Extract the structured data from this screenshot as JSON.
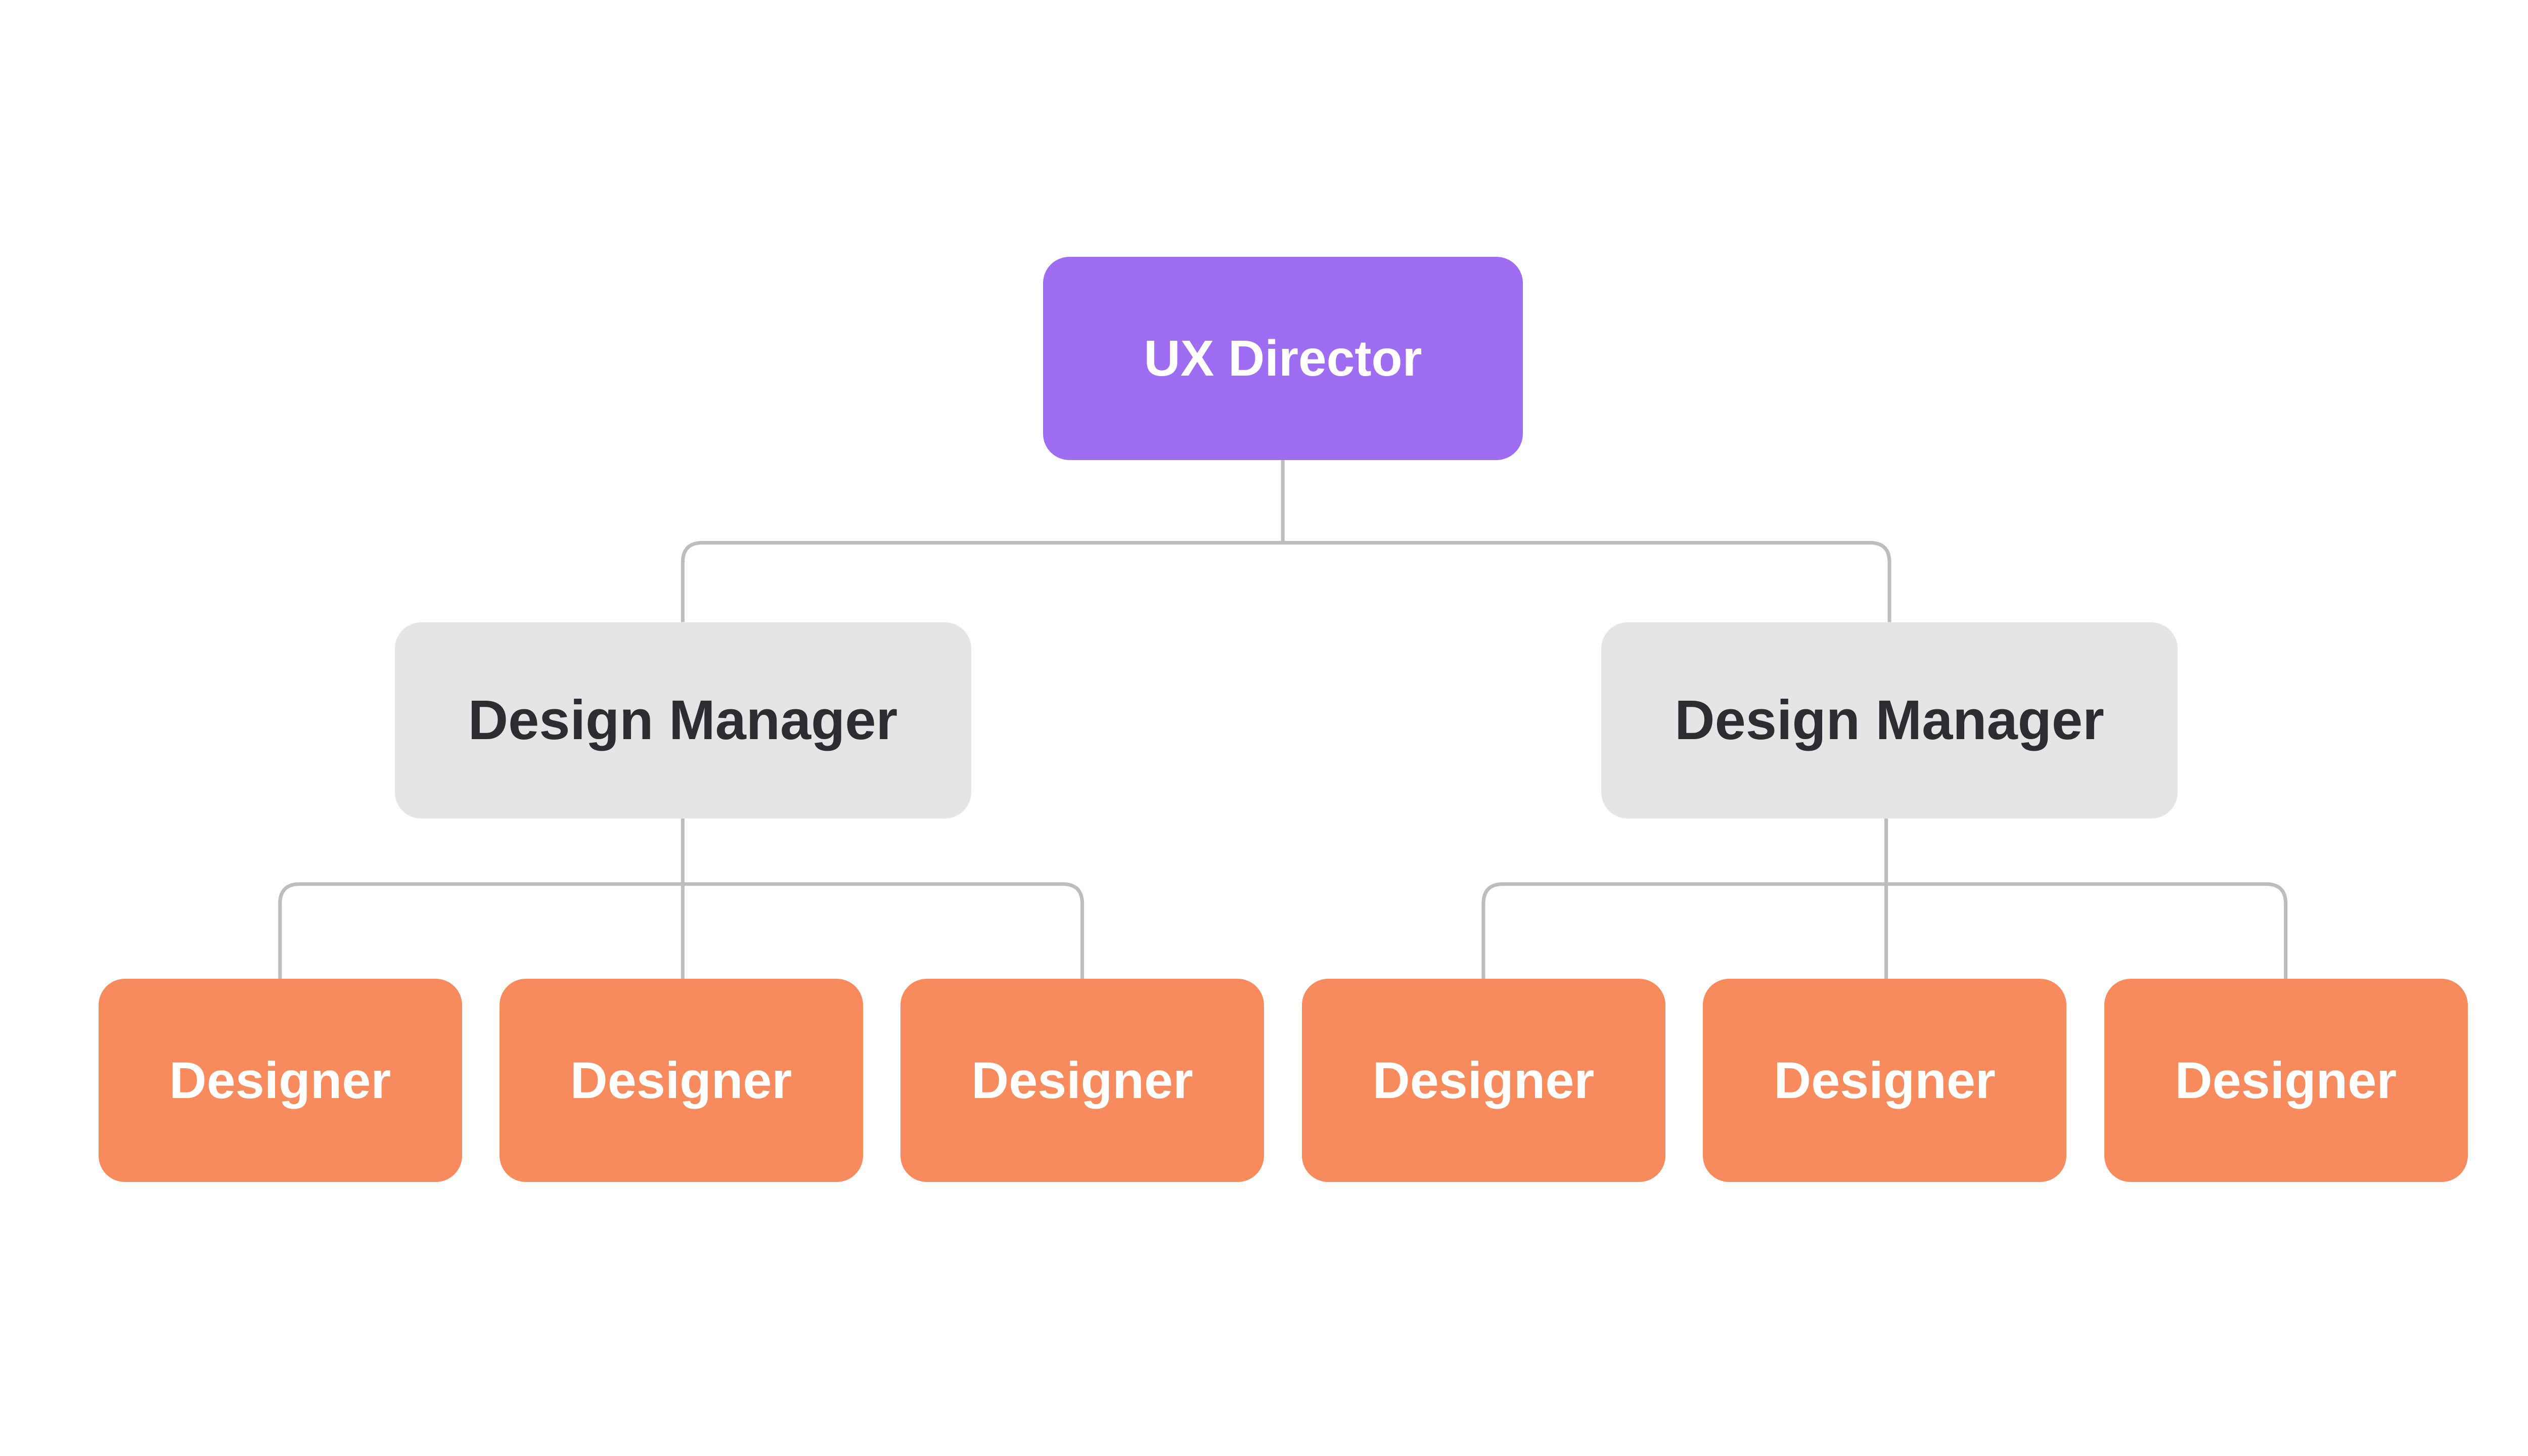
{
  "diagram": {
    "type": "org-chart",
    "nodes": {
      "director": {
        "label": "UX Director",
        "role": "root"
      },
      "managers": [
        {
          "label": "Design Manager"
        },
        {
          "label": "Design Manager"
        }
      ],
      "designers": [
        {
          "label": "Designer",
          "manager_index": 0
        },
        {
          "label": "Designer",
          "manager_index": 0
        },
        {
          "label": "Designer",
          "manager_index": 0
        },
        {
          "label": "Designer",
          "manager_index": 1
        },
        {
          "label": "Designer",
          "manager_index": 1
        },
        {
          "label": "Designer",
          "manager_index": 1
        }
      ]
    },
    "colors": {
      "director_bg": "#9e6df2",
      "director_text": "#ffffff",
      "manager_bg": "#e5e5e5",
      "manager_text": "#2b2d33",
      "designer_bg": "#f78b5e",
      "designer_text": "#ffffff",
      "connector": "#bdbdbd",
      "background": "#ffffff"
    }
  }
}
